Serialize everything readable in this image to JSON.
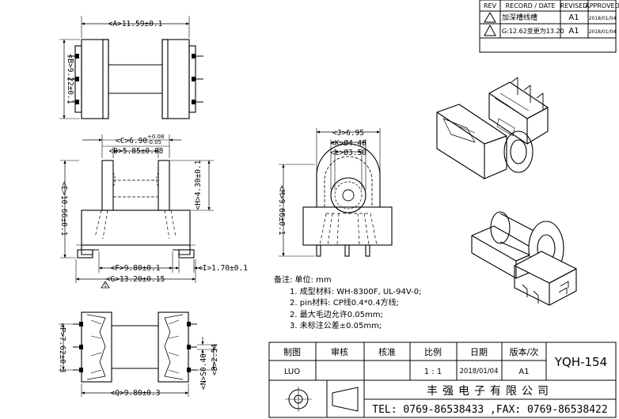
{
  "revision_table": {
    "headers": [
      "REV",
      "RECORD / DATE",
      "REVISED",
      "APPROVED"
    ],
    "rows": [
      {
        "record": "加深槽线槽",
        "revised": "A1",
        "approved": "2018/01/04"
      },
      {
        "record": "G:12.62变更为13.20",
        "revised": "A1",
        "approved": "2018/01/04"
      }
    ]
  },
  "dims": {
    "A": "<A>11.59±0.1",
    "B": "<B>9.22±0.1",
    "C_main": "<C>6.90",
    "C_tol_up": "+0.08",
    "C_tol_dn": "-0.05",
    "D": "<D>5.85±0.08",
    "E": "<E>10.66±0.1",
    "H": "<H>4.30±0.1",
    "F": "<F>9.80±0.1",
    "I": "<I>1.70±0.1",
    "G": "<G>13.20±0.15",
    "J": "<J>6.95",
    "K": "<K>Ø4.48",
    "L": "<L>Ø3.50",
    "M": "<M>9.66±0.1",
    "P": "<P>7.62±0.3",
    "N": "<N>S0.40",
    "O": "<O>2.54",
    "Q": "<Q>9.80±0.3",
    "rev_mark": "1"
  },
  "notes": {
    "title": "备注: 单位: mm",
    "lines": [
      "1.  成型材料: WH-8300F, UL-94V-0;",
      "2.  pin材料: CP线0.4*0.4方线;",
      "2.  最大毛边允许0.05mm;",
      "3.  未标注公差±0.05mm;"
    ]
  },
  "title_block": {
    "headers": [
      "制图",
      "审核",
      "核准",
      "比例",
      "日期",
      "版本/次"
    ],
    "values": [
      "LUO",
      "",
      "",
      "1 : 1",
      "2018/01/04",
      "A1"
    ],
    "part_no": "YQH-154",
    "company": "丰强电子有限公司",
    "contact": "TEL: 0769-86538433 ,FAX: 0769-86538422"
  }
}
